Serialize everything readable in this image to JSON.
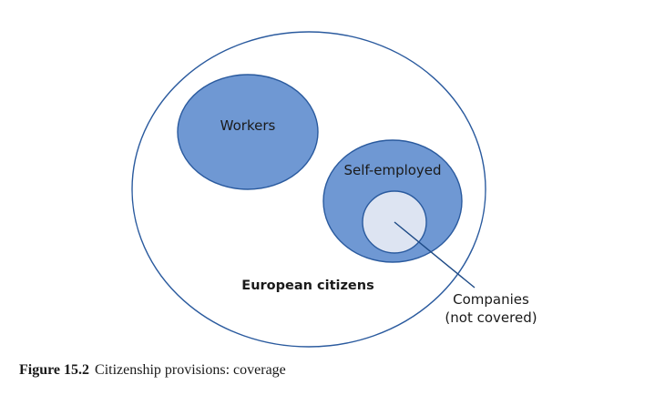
{
  "diagram": {
    "outer_label": "European citizens",
    "workers_label": "Workers",
    "self_employed_label": "Self-employed",
    "companies_label_line1": "Companies",
    "companies_label_line2": "(not covered)",
    "colors": {
      "outline": "#2a5a9e",
      "fill_primary": "#6f98d3",
      "fill_inner": "#dde4f2",
      "leader": "#1d4a86"
    }
  },
  "caption": {
    "number": "Figure 15.2",
    "text": "Citizenship provisions: coverage"
  }
}
